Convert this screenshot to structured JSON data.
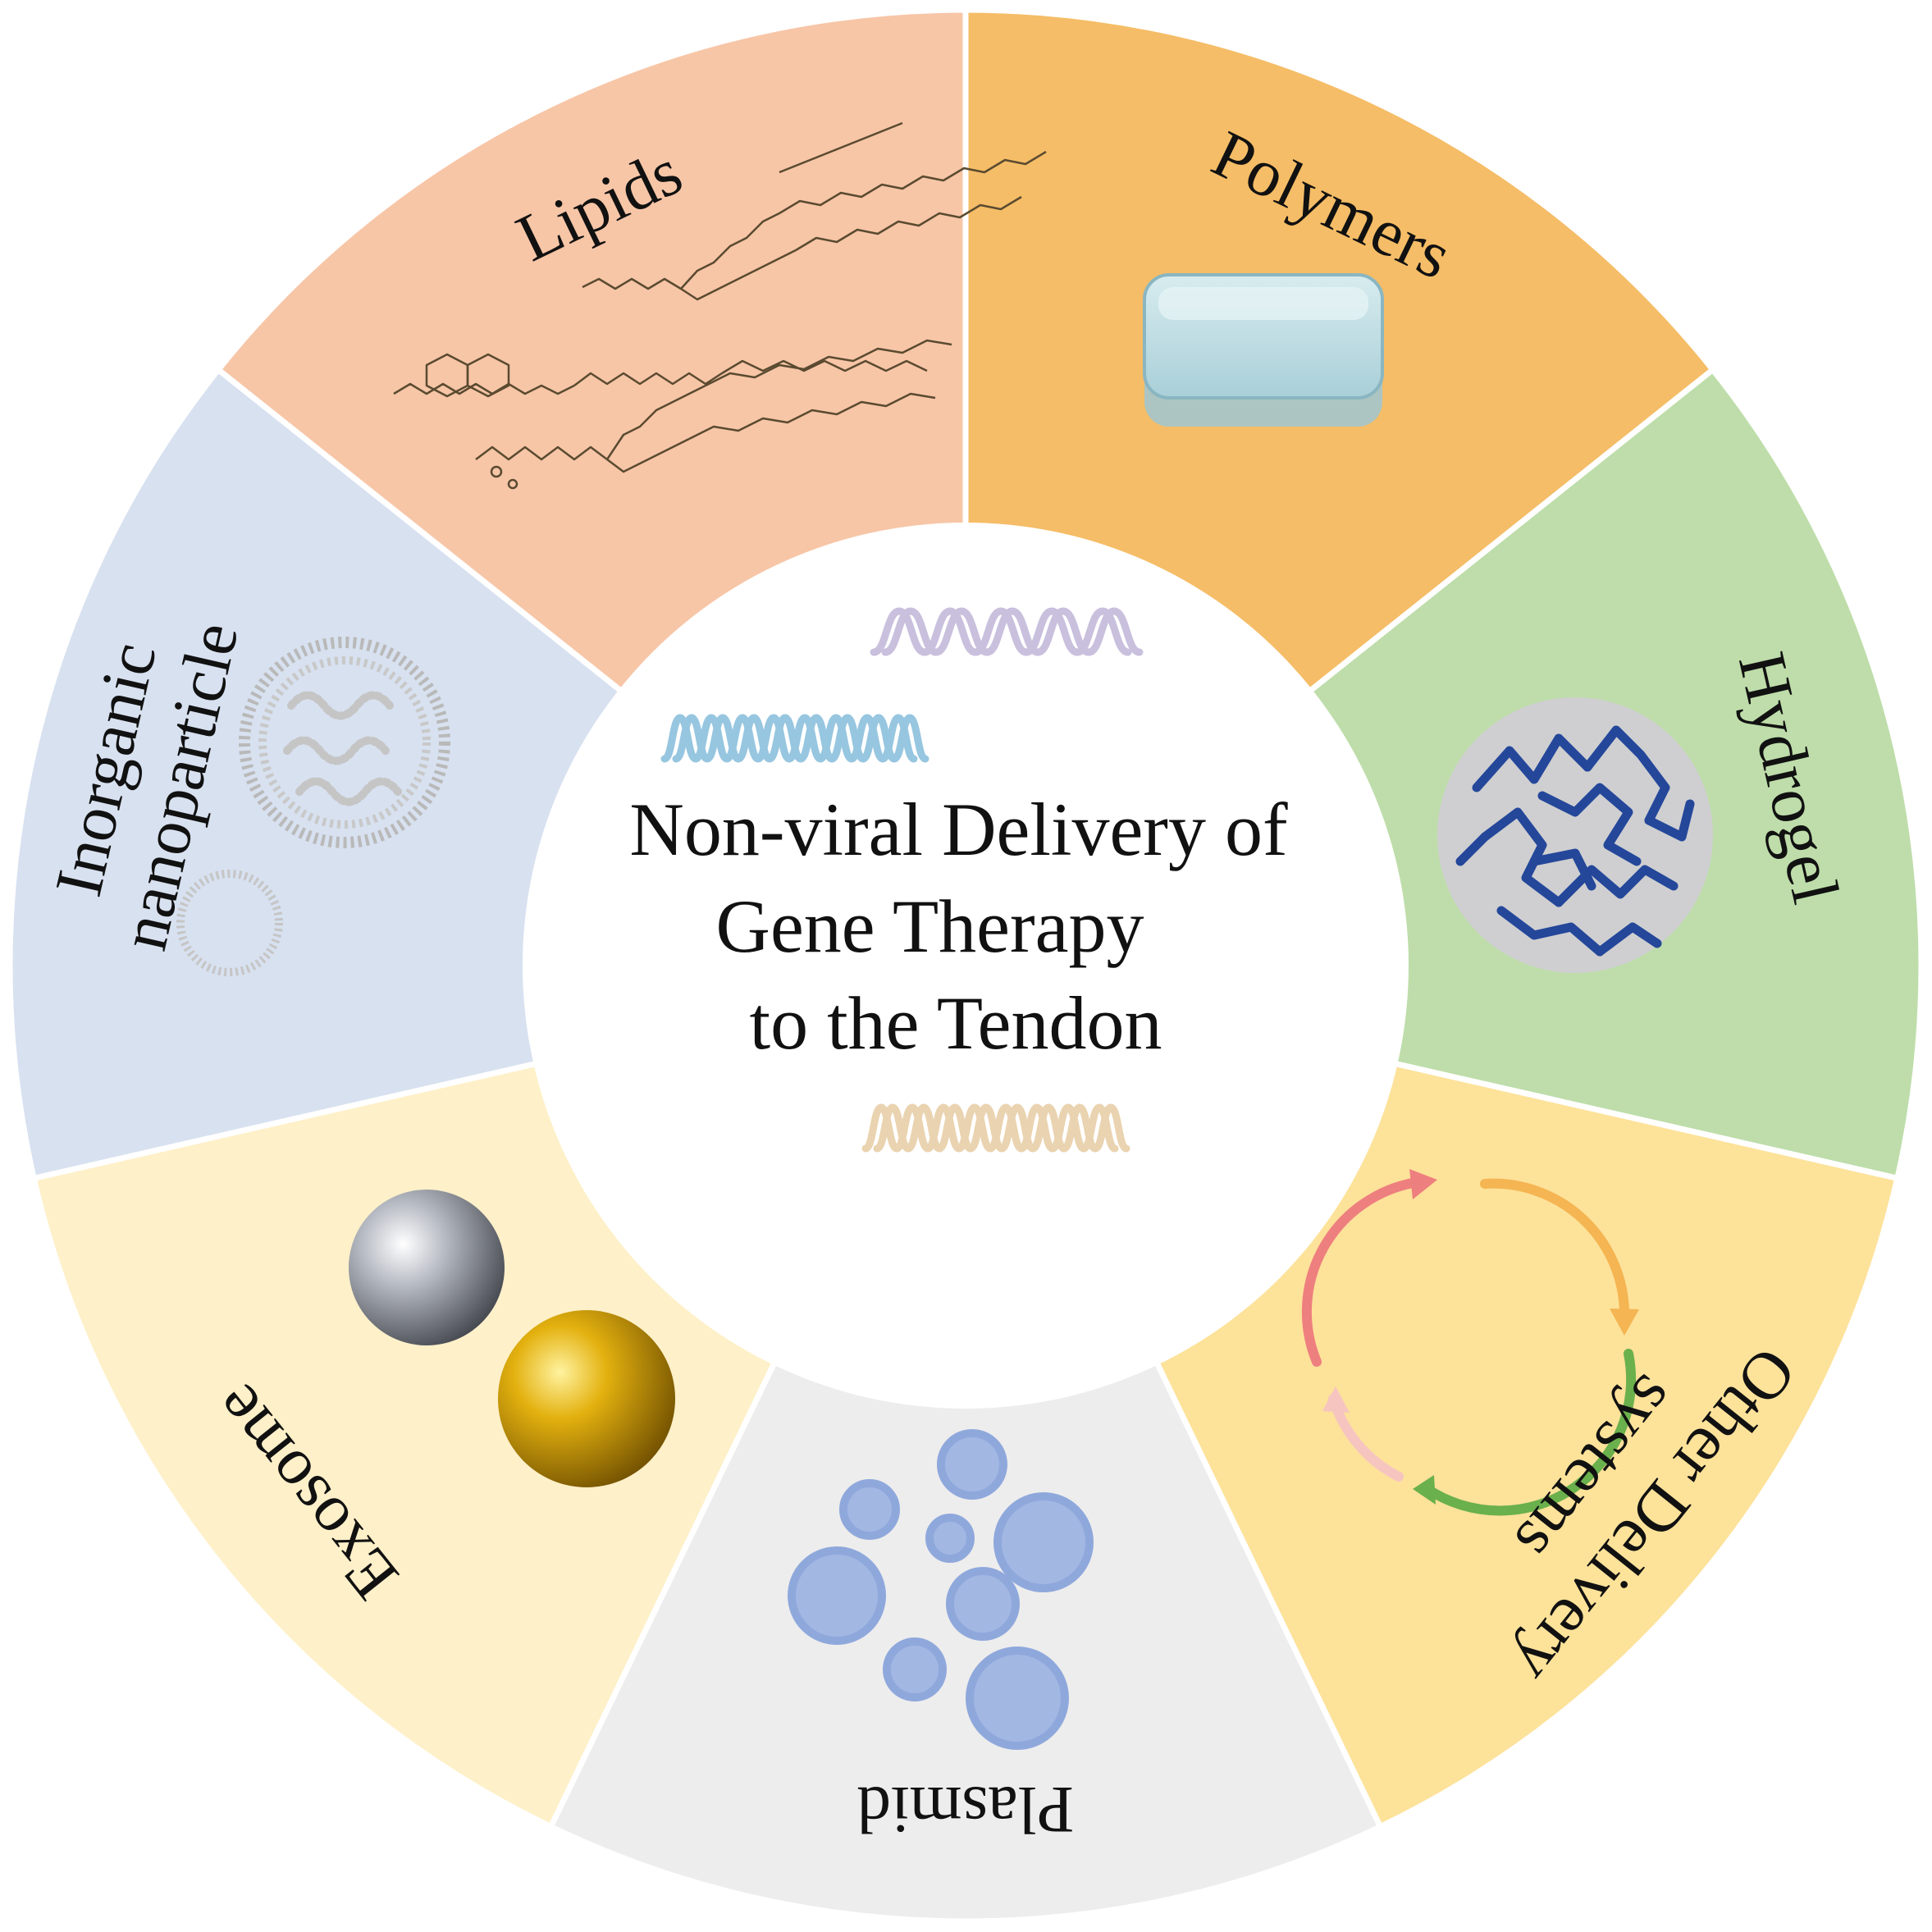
{
  "diagram": {
    "center_title_lines": [
      "Non-viral Delivery of",
      "Gene Therapy",
      "to the Tendon"
    ],
    "segments": [
      {
        "id": "polymers",
        "label_lines": [
          "Polymers"
        ],
        "color": "#F5BD67"
      },
      {
        "id": "hydrogel",
        "label_lines": [
          "Hydrogel"
        ],
        "color": "#BEDDAA"
      },
      {
        "id": "other",
        "label_lines": [
          "Other Delivery",
          "systems"
        ],
        "color": "#FDE29A"
      },
      {
        "id": "plasmid",
        "label_lines": [
          "Plasmid"
        ],
        "color": "#EDEDED"
      },
      {
        "id": "exosome",
        "label_lines": [
          "Exosome"
        ],
        "color": "#FEF0C9"
      },
      {
        "id": "inorganic",
        "label_lines": [
          "Inorganic",
          "nanoparticle"
        ],
        "color": "#D8E1F0"
      },
      {
        "id": "lipids",
        "label_lines": [
          "Lipids"
        ],
        "color": "#F7C6A7"
      }
    ],
    "colors": {
      "center_fill": "#ffffff",
      "divider": "#ffffff",
      "dna_purple": "#C9C0DE",
      "dna_blue": "#97C6E0",
      "dna_tan": "#EAD3B0",
      "exosome_blue": "#8FA8DC",
      "network_blue": "#24479A",
      "plasmid_red": "#EE7F7F",
      "plasmid_orange": "#F4B552",
      "plasmid_green": "#6AB04C",
      "plasmid_pink": "#F6C5C0"
    },
    "icons": [
      "polymer-structure-icon",
      "hydrogel-block-icon",
      "polymer-network-icon",
      "plasmid-cycle-icon",
      "exosome-cluster-icon",
      "metal-spheres-icon",
      "liposome-icon",
      "dna-strand-icon"
    ]
  }
}
